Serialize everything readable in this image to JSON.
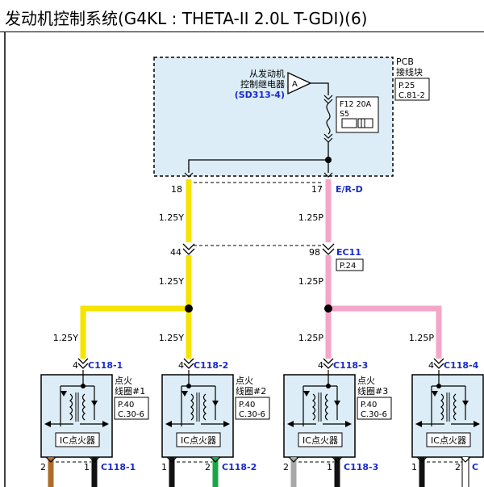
{
  "title": "发动机控制系统(G4KL : THETA-II 2.0L T-GDI)(6)",
  "pcb": {
    "name_line1": "PCB",
    "name_line2": "接线块",
    "ref_page": "P.25",
    "ref_conn": "C.81-2",
    "relay_line1": "从发动机",
    "relay_line2": "控制继电器",
    "relay_ref": "(SD313-4)",
    "amp_label": "A",
    "fuse_label": "F12 20A",
    "fuse_s": "S5"
  },
  "pins": {
    "left_18": "18",
    "right_17": "17",
    "right_17_color": "E/R-D",
    "mid_44": "44",
    "mid_98": "98",
    "ec11": "EC11",
    "ec11_ref": "P.24"
  },
  "wires": {
    "yellow_top": "1.25Y",
    "yellow_mid": "1.25Y",
    "yellow_branch_left": "1.25Y",
    "yellow_branch_right": "1.25Y",
    "pink_top": "1.25P",
    "pink_mid": "1.25P",
    "pink_branch_left": "1.25P",
    "pink_branch_right": "1.25P"
  },
  "coils": [
    {
      "pin_top": "4",
      "conn": "C118-1",
      "name1": "点火",
      "name2": "线圈#1",
      "ref_page": "P.40",
      "ref_conn": "C.30-6",
      "ic": "IC点火器",
      "pin_b1": "2",
      "pin_b2": "1",
      "conn_b": "C118-1"
    },
    {
      "pin_top": "4",
      "conn": "C118-2",
      "name1": "点火",
      "name2": "线圈#2",
      "ref_page": "P.40",
      "ref_conn": "C.30-6",
      "ic": "IC点火器",
      "pin_b1": "1",
      "pin_b2": "2",
      "conn_b": "C118-2"
    },
    {
      "pin_top": "4",
      "conn": "C118-3",
      "name1": "点火",
      "name2": "线圈#3",
      "ref_page": "P.40",
      "ref_conn": "C.30-6",
      "ic": "IC点火器",
      "pin_b1": "2",
      "pin_b2": "1",
      "conn_b": "C118-3"
    },
    {
      "pin_top": "4",
      "conn": "C118-4",
      "name1": "",
      "name2": "",
      "ref_page": "",
      "ref_conn": "",
      "ic": "IC点火器",
      "pin_b1": "1",
      "pin_b2": "2",
      "conn_b": "C"
    }
  ],
  "colors": {
    "yellow": "#f5e400",
    "pink": "#f4a6c8",
    "box_fill": "#dcedf7",
    "blue_text": "#1a2bc8",
    "brown": "#b06a2a",
    "green": "#1aa648",
    "gray": "#a8a8a8"
  }
}
